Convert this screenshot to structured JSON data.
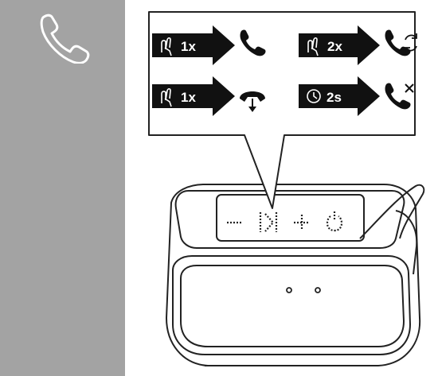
{
  "colors": {
    "sidebar": "#a3a3a3",
    "arrow_fill": "#111111",
    "line": "#222222"
  },
  "sidebar": {
    "icon": "phone-icon"
  },
  "callout": {
    "rows": [
      {
        "gesture_icon": "hand-tap-icon",
        "label": "1x",
        "result_icon": "phone-answer-icon"
      },
      {
        "gesture_icon": "hand-tap-icon",
        "label": "2x",
        "result_icon": "phone-redial-icon"
      },
      {
        "gesture_icon": "hand-tap-icon",
        "label": "1x",
        "result_icon": "phone-hangup-icon"
      },
      {
        "gesture_icon": "clock-icon",
        "label": "2s",
        "result_icon": "phone-reject-icon"
      }
    ]
  },
  "device": {
    "touch_panel_icons": [
      "volume-down-icon",
      "play-pause-icon",
      "volume-up-icon",
      "power-icon"
    ],
    "mic_holes": 2
  }
}
